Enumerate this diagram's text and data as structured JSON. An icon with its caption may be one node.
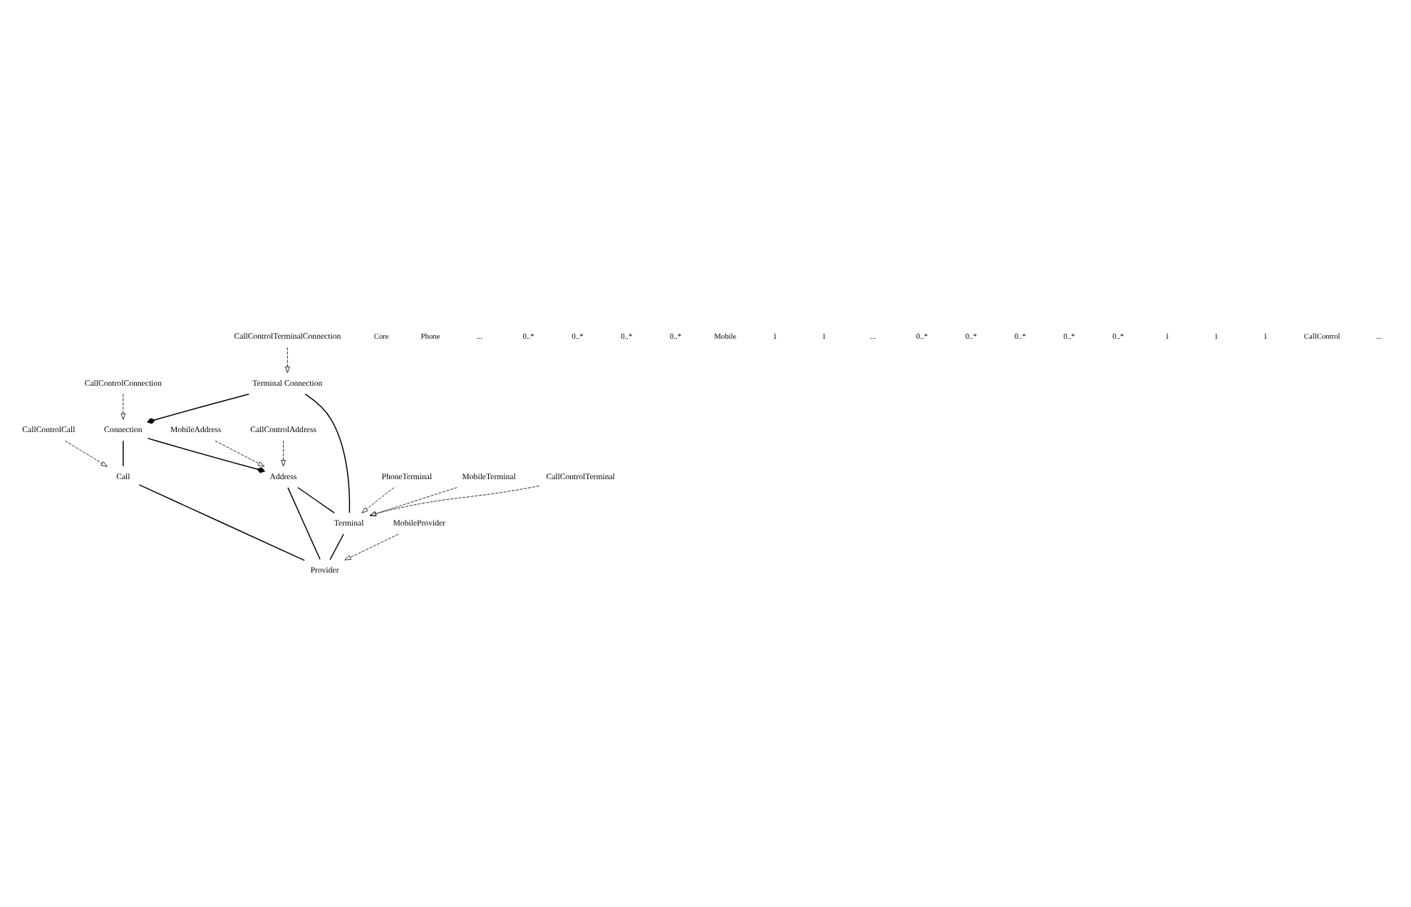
{
  "diagram": {
    "nodes": [
      {
        "text": [
          "Connection"
        ]
      },
      {
        "text": [
          "Terminal Connection"
        ]
      },
      {
        "text": [
          "PhoneTerminal"
        ]
      },
      {
        "text": [
          "Call"
        ]
      },
      {
        "text": [
          "Address"
        ]
      },
      {
        "text": [
          "Terminal"
        ]
      },
      {
        "text": [
          "MobileTerminal"
        ]
      },
      {
        "text": [
          "MobileAddress"
        ]
      },
      {
        "text": [
          "Provider"
        ]
      },
      {
        "text": [
          "MobileProvider"
        ]
      },
      {
        "text": [
          "CallControlAddress"
        ]
      },
      {
        "text": [
          "CallControlConnection"
        ]
      },
      {
        "text": [
          "CallControlTerminal"
        ]
      },
      {
        "text": [
          "CallControlCall"
        ]
      },
      {
        "text": [
          "CallControlTerminalConnection"
        ]
      }
    ],
    "edges": [
      {
        "from": 1,
        "to": 0,
        "arrow": "other"
      },
      {
        "from": 0,
        "to": 3,
        "arrow": "none"
      },
      {
        "from": 0,
        "to": 4,
        "arrow": "other"
      },
      {
        "from": 1,
        "to": 5,
        "arrow": "none"
      },
      {
        "from": 4,
        "to": 5,
        "arrow": "none"
      },
      {
        "from": 2,
        "to": 5,
        "arrow": "to",
        "style": "dashed"
      },
      {
        "from": 6,
        "to": 5,
        "arrow": "to",
        "style": "dashed"
      },
      {
        "from": 7,
        "to": 4,
        "arrow": "to",
        "style": "dashed"
      },
      {
        "from": 3,
        "to": 8,
        "arrow": "none"
      },
      {
        "from": 4,
        "to": 8,
        "arrow": "none"
      },
      {
        "from": 5,
        "to": 8,
        "arrow": "none"
      },
      {
        "from": 9,
        "to": 8,
        "arrow": "to",
        "style": "dashed"
      },
      {
        "from": 13,
        "to": 3,
        "arrow": "to",
        "style": "dashed"
      },
      {
        "from": 11,
        "to": 0,
        "arrow": "to",
        "style": "dashed"
      },
      {
        "from": 10,
        "to": 4,
        "arrow": "to",
        "style": "dashed"
      },
      {
        "from": 14,
        "to": 1,
        "arrow": "to",
        "style": "dashed"
      },
      {
        "from": 12,
        "to": 5,
        "arrow": "to",
        "style": "dashed"
      }
    ],
    "labels": [
      "Core",
      "Phone",
      "...",
      "0..*",
      "0..*",
      "0..*",
      "0..*",
      "Mobile",
      "1",
      "1",
      "...",
      "0..*",
      "0..*",
      "0..*",
      "0..*",
      "0..*",
      "1",
      "1",
      "1",
      "CallControl",
      "..."
    ]
  }
}
